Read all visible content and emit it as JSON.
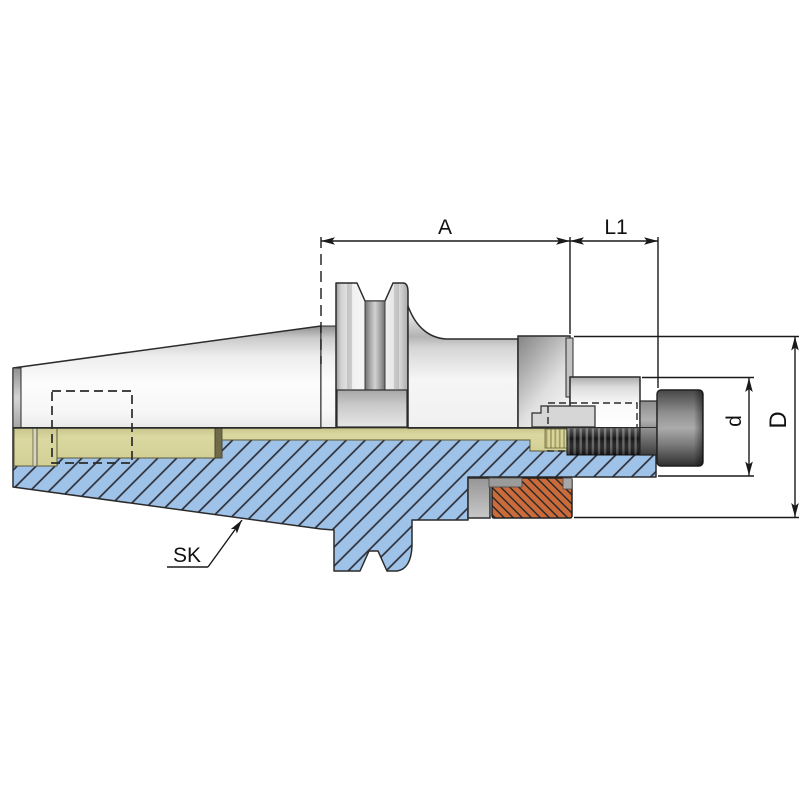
{
  "drawing": {
    "kind": "technical-section-drawing",
    "subject": "milling-arbor-tool-holder-cross-section"
  },
  "labels": {
    "dim_length_a": "A",
    "dim_length_l1": "L1",
    "dim_diameter_small": "d",
    "dim_diameter_large": "D",
    "taper_label": "SK"
  },
  "colors": {
    "background": "#ffffff",
    "line": "#2b2b2b",
    "body_section": "#9fc2e8",
    "nut_section": "#ca6b3a",
    "bore_yellow": "#d7d39b",
    "bore_step_dark": "#6f6b4a",
    "screw_dark": "#1a1a1a"
  }
}
